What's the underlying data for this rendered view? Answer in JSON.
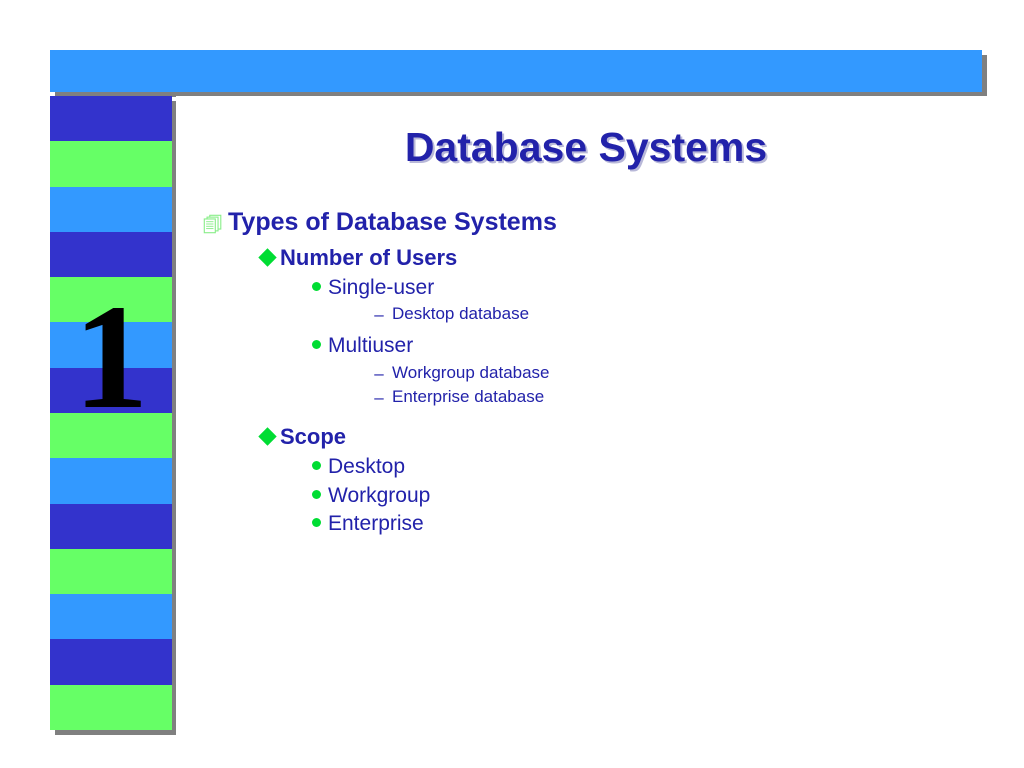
{
  "slide": {
    "title": "Database Systems",
    "sidebar_number": "1",
    "colors": {
      "banner": "#3399ff",
      "stripe_indigo": "#3333cc",
      "stripe_green": "#66ff66",
      "stripe_blue": "#3399ff",
      "title_text": "#2222aa",
      "body_text": "#2222aa",
      "bullet_green": "#00dd33",
      "shadow": "#808080",
      "background": "#ffffff"
    },
    "sidebar_stripes": [
      "#3333cc",
      "#66ff66",
      "#3399ff",
      "#3333cc",
      "#66ff66",
      "#3399ff",
      "#3333cc",
      "#66ff66",
      "#3399ff",
      "#3333cc",
      "#66ff66",
      "#3399ff",
      "#3333cc",
      "#66ff66"
    ],
    "bullets": [
      {
        "level": 1,
        "marker": "documents-stack-icon",
        "text": "Types of Database Systems"
      },
      {
        "level": 2,
        "marker": "diamond",
        "text": "Number of Users"
      },
      {
        "level": 3,
        "marker": "dot",
        "text": "Single-user"
      },
      {
        "level": 4,
        "marker": "dash",
        "text": "Desktop database"
      },
      {
        "level": 3,
        "marker": "dot",
        "text": "Multiuser"
      },
      {
        "level": 4,
        "marker": "dash",
        "text": "Workgroup database"
      },
      {
        "level": 4,
        "marker": "dash",
        "text": "Enterprise database"
      },
      {
        "level": 2,
        "marker": "diamond",
        "text": "Scope"
      },
      {
        "level": 3,
        "marker": "dot",
        "text": "Desktop"
      },
      {
        "level": 3,
        "marker": "dot",
        "text": "Workgroup"
      },
      {
        "level": 3,
        "marker": "dot",
        "text": "Enterprise"
      }
    ],
    "dash_glyph": "–"
  }
}
